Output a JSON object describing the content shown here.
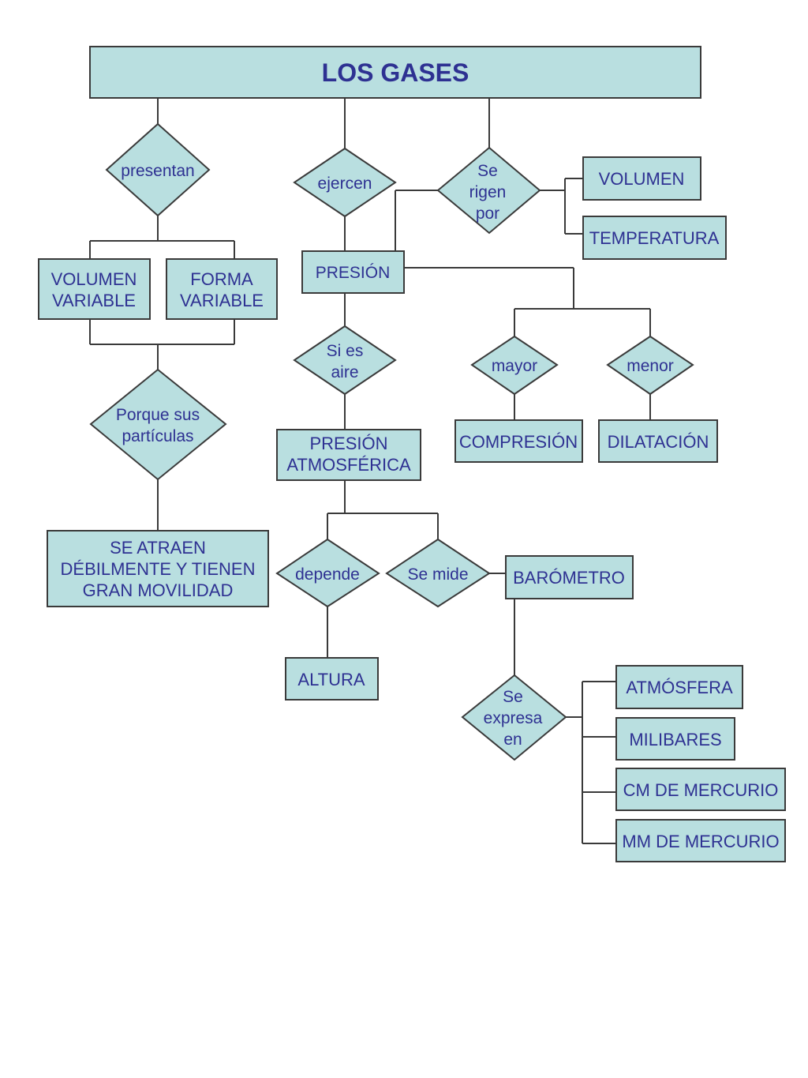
{
  "colors": {
    "fill": "#b9dfe0",
    "stroke": "#3a3a3a",
    "text": "#2e3192",
    "line": "#3a3a3a"
  },
  "title": "LOS GASES",
  "boxes": {
    "volumen_variable": "VOLUMEN|VARIABLE",
    "forma_variable": "FORMA|VARIABLE",
    "presion": "PRESIÓN",
    "volumen": "VOLUMEN",
    "temperatura": "TEMPERATURA",
    "compresion": "COMPRESIÓN",
    "dilatacion": "DILATACIÓN",
    "presion_atmosferica": "PRESIÓN|ATMOSFÉRICA",
    "se_atraen": "SE ATRAEN|DÉBILMENTE Y TIENEN|GRAN MOVILIDAD",
    "barometro": "BARÓMETRO",
    "altura": "ALTURA",
    "atmosfera": "ATMÓSFERA",
    "milibares": "MILIBARES",
    "cm_mercurio": "CM DE MERCURIO",
    "mm_mercurio": "MM DE MERCURIO"
  },
  "connectors": {
    "presentan": "presentan",
    "ejercen": "ejercen",
    "se_rigen_por": "Se|rigen|por",
    "porque_sus_particulas": "Porque sus|partículas",
    "si_es_aire": "Si es|aire",
    "mayor": "mayor",
    "menor": "menor",
    "depende": "depende",
    "se_mide": "Se mide",
    "se_expresa_en": "Se|expresa|en"
  }
}
